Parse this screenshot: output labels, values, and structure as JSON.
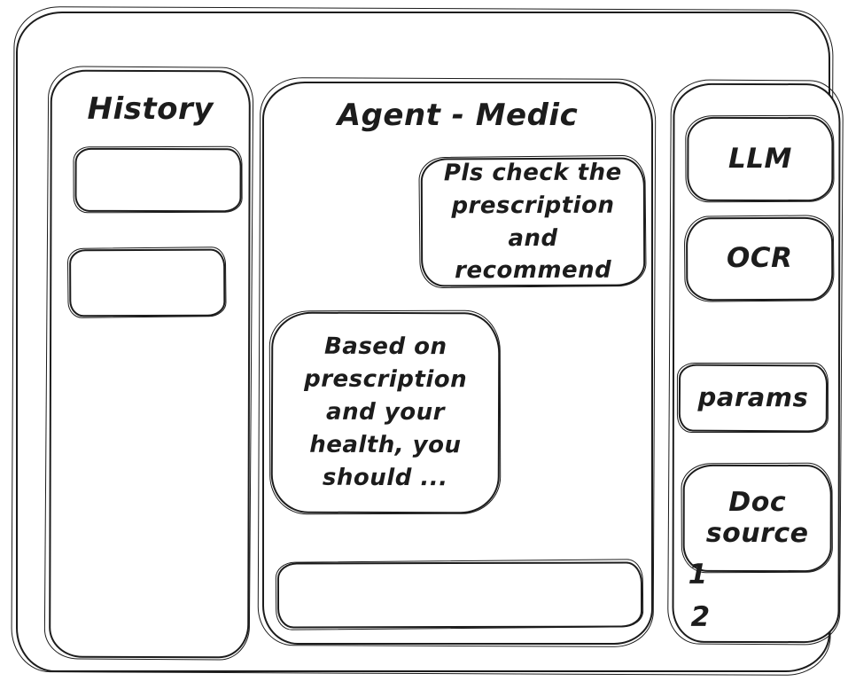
{
  "colors": {
    "ink": "#1c1c1c",
    "background": "#ffffff"
  },
  "history_panel": {
    "title": "History",
    "items": [
      {
        "label": ""
      },
      {
        "label": ""
      }
    ]
  },
  "chat_panel": {
    "title": "Agent - Medic",
    "messages": [
      {
        "role": "user",
        "text": "Pls check the prescription and recommend"
      },
      {
        "role": "assistant",
        "text": "Based on prescription and your health, you should ..."
      }
    ],
    "input": {
      "value": "",
      "placeholder": ""
    }
  },
  "tools_panel": {
    "buttons": [
      {
        "label": "LLM"
      },
      {
        "label": "OCR"
      },
      {
        "label": "params"
      },
      {
        "label": "Doc source"
      }
    ],
    "doc_source_items": [
      {
        "label": "1"
      },
      {
        "label": "2"
      }
    ]
  }
}
